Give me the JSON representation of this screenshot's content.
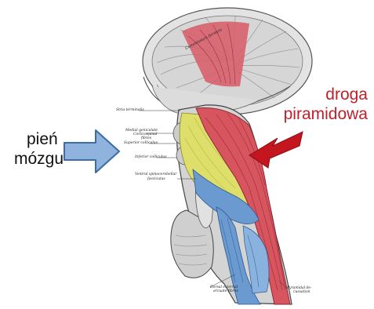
{
  "labels": {
    "left_line1": "pień",
    "left_line2": "mózgu",
    "right_line1": "droga",
    "right_line2": "piramidowa"
  },
  "anatomy_labels": {
    "commissure": "Commissura fornicis",
    "stria": "Stria terminalis",
    "medial_geniculate": "Medial geniculate",
    "corticospinal": "Corticospinal",
    "fibres": "fibres",
    "superior_colliculus": "Superior colliculus",
    "inferior_colliculus": "Inferior colliculus",
    "ventral_spinocerebellar": "Ventral spinocerebellar",
    "fasciculus": "fasciculus",
    "dorsal_external": "Dorsal external",
    "arcuate_fibres": "arcuate fibres",
    "pyramidal": "Pyramidal de-",
    "cussation": "cussation"
  },
  "colors": {
    "left_label": "#111111",
    "right_label": "#c0202a",
    "arrow_blue": "#8fb3dc",
    "arrow_blue_edge": "#3a6ea5",
    "arrow_red": "#c3161f",
    "tract_red": "#d7555e",
    "lemniscus_yellow": "#dede6a",
    "blue_tract": "#6a9ad0"
  }
}
